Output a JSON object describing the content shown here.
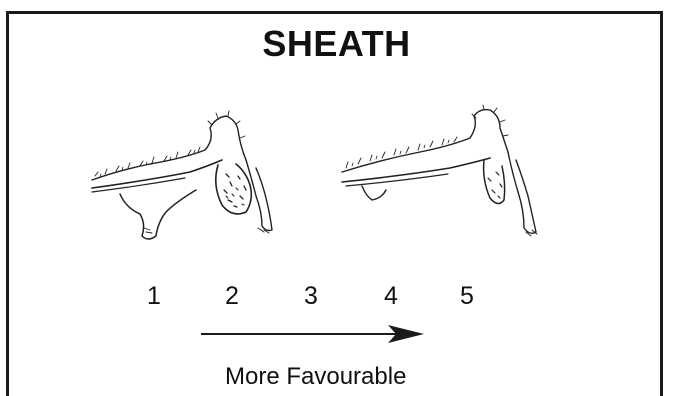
{
  "title": "SHEATH",
  "scale": [
    "1",
    "2",
    "3",
    "4",
    "5"
  ],
  "caption": "More Favourable",
  "illustrations": [
    {
      "icon": "sheath-pendulous-drawing-icon",
      "depicts": "less favourable sheath"
    },
    {
      "icon": "sheath-tight-drawing-icon",
      "depicts": "more favourable sheath"
    }
  ],
  "arrow_icon": "right-arrow-icon",
  "colors": {
    "ink": "#111111",
    "border": "#1a1a1a",
    "background": "#ffffff"
  }
}
